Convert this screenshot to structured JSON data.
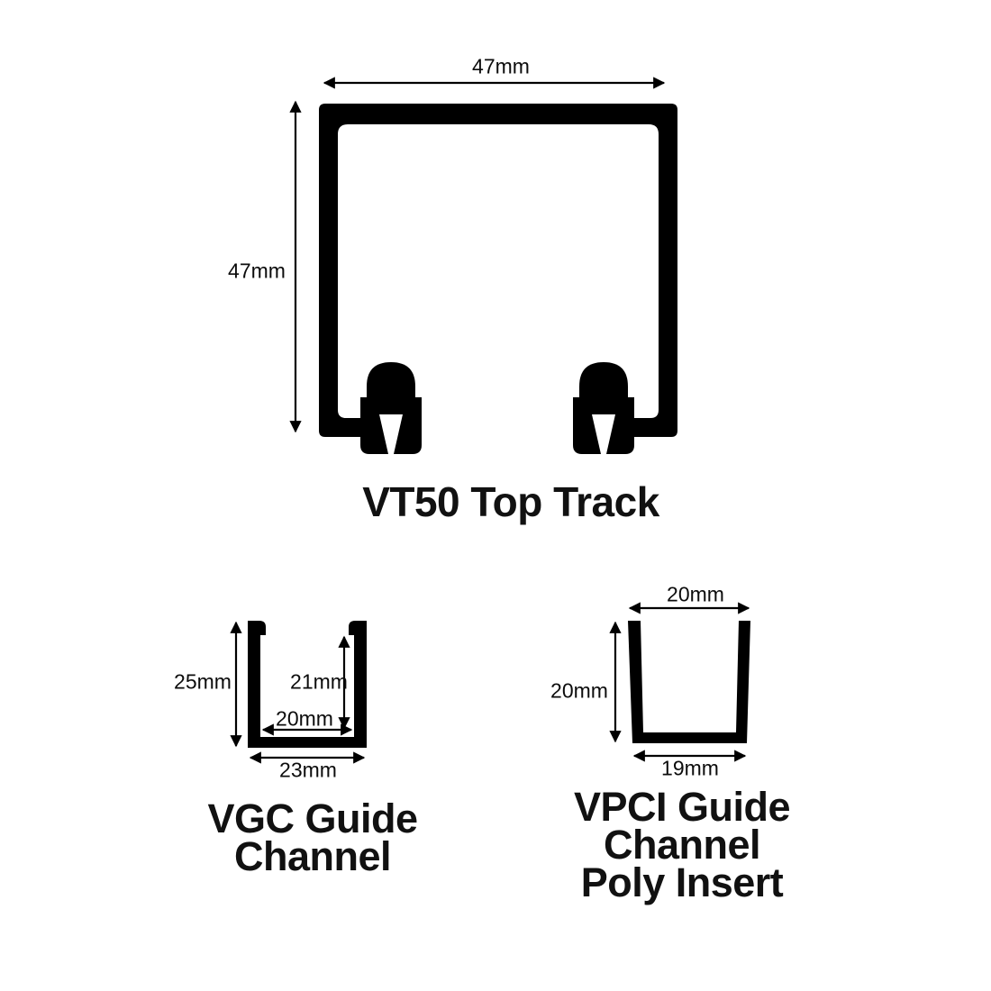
{
  "page": {
    "background": "#ffffff",
    "ink": "#000000",
    "label_color": "#0c0c0c"
  },
  "diagrams": {
    "vt50": {
      "title": "VT50 Top Track",
      "dimensions": {
        "width": "47mm",
        "height": "47mm"
      }
    },
    "vgc": {
      "title_lines": [
        "VGC Guide",
        "Channel"
      ],
      "dimensions": {
        "outer_height": "25mm",
        "inner_height": "21mm",
        "inner_width": "20mm",
        "outer_width": "23mm"
      }
    },
    "vpci": {
      "title_lines": [
        "VPCI Guide",
        "Channel",
        "Poly Insert"
      ],
      "dimensions": {
        "top_width": "20mm",
        "height": "20mm",
        "bottom_width": "19mm"
      }
    }
  }
}
